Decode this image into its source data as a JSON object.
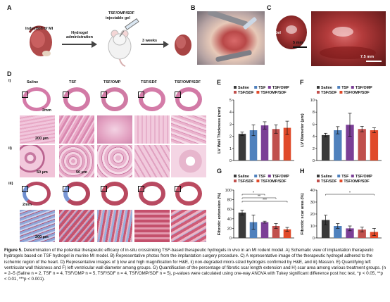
{
  "panel_letters": {
    "a": "A",
    "b": "B",
    "c": "C",
    "d": "D",
    "e": "E",
    "f": "F",
    "g": "G",
    "h": "H"
  },
  "panel_a": {
    "induction": "Induction of MI",
    "hydrogel_admin": "Hydrogel administration",
    "gel_name": "TSF/OMP/SDF",
    "gel_desc": "injectable gel",
    "weeks": "3 weeks"
  },
  "panel_c": {
    "gel_label": "Gel",
    "scale_left": "5 mm",
    "scale_right": "7.5 mm"
  },
  "panel_d": {
    "columns": [
      "Saline",
      "TSF",
      "TSF/OMP",
      "TSF/SDF",
      "TSF/OMP/SDF"
    ],
    "rows": [
      "i)",
      "ii)",
      "iii)"
    ],
    "scale_2mm": "2mm",
    "scale_200um": "200 µm",
    "scale_50um": "50 µm"
  },
  "colors": {
    "saline": "#3a3a3a",
    "tsf": "#4f81bd",
    "tsf_omp": "#7b3f96",
    "tsf_sdf": "#c0504d",
    "tsf_omp_sdf": "#e04a2a"
  },
  "chart_data": [
    {
      "type": "bar",
      "panel": "E",
      "categories": [
        "Saline",
        "TSF",
        "TSF/OMP",
        "TSF/SDF",
        "TSF/OMP/SDF"
      ],
      "values": [
        2.2,
        2.5,
        2.9,
        2.6,
        2.7
      ],
      "errors": [
        0.15,
        0.45,
        0.3,
        0.35,
        0.55
      ],
      "ylabel": "LV Wall Thickness (mm)",
      "ylim": [
        0,
        5
      ],
      "yticks": [
        0,
        1,
        2,
        3,
        4,
        5
      ]
    },
    {
      "type": "bar",
      "panel": "F",
      "categories": [
        "Saline",
        "TSF",
        "TSF/OMP",
        "TSF/SDF",
        "TSF/OMP/SDF"
      ],
      "values": [
        4.2,
        5.0,
        5.9,
        5.2,
        5.0
      ],
      "errors": [
        0.3,
        0.6,
        1.9,
        0.45,
        0.4
      ],
      "ylabel": "LV Diameter (µm)",
      "ylim": [
        0,
        10
      ],
      "yticks": [
        0,
        2,
        4,
        6,
        8,
        10
      ]
    },
    {
      "type": "bar",
      "panel": "G",
      "categories": [
        "Saline",
        "TSF",
        "TSF/OMP",
        "TSF/SDF",
        "TSF/OMP/SDF"
      ],
      "values": [
        53,
        33,
        33,
        25,
        18
      ],
      "errors": [
        5,
        15,
        2,
        5,
        4
      ],
      "ylabel": "Fibrotic extension (%)",
      "ylim": [
        0,
        100
      ],
      "yticks": [
        0,
        20,
        40,
        60,
        80,
        100
      ],
      "significance": [
        "*",
        "**",
        "***"
      ]
    },
    {
      "type": "bar",
      "panel": "H",
      "categories": [
        "Saline",
        "TSF",
        "TSF/OMP",
        "TSF/SDF",
        "TSF/OMP/SDF"
      ],
      "values": [
        15,
        10,
        8,
        7,
        5
      ],
      "errors": [
        4,
        2,
        2,
        2,
        3
      ],
      "ylabel": "Fibrotic scar area (%)",
      "ylim": [
        0,
        40
      ],
      "yticks": [
        0,
        10,
        20,
        30,
        40
      ],
      "significance": [
        "*"
      ]
    }
  ],
  "caption": {
    "title": "Figure 5.",
    "heading": "Determination of the potential therapeutic efficacy of in-situ crosslinking TSF-based therapeutic hydrogels in vivo in an MI rodent model.",
    "body": "A) Schematic view of implantation therapeutic hydrogels based on TSF hydrogel in murine MI model. B) Representative photos from the implantation surgery procedure. C) A representative image of the therapeutic hydrogel adhered to the ischemic region of the heart. D) Representative images of i) low and high magnification for H&E, ii) non-degraded micro-sized hydrogels confirmed by H&E, and iii) Masson. E) Quantifying left ventricular wall thickness and F) left ventricular wall diameter among groups. G) Quantification of the percentage of fibrotic scar length extension and H) scar area among various treatment groups. (n = 2–5 (Saline n = 2, TSF n = 4, TSF/OMP n = 5, TSF/SDF n = 4, TSF/OMP/SDF n = 5), p-values were calculated using one-way ANOVA with Tukey significant difference post hoc test, *p < 0.05, **p < 0.01, ***p < 0.001)."
  }
}
